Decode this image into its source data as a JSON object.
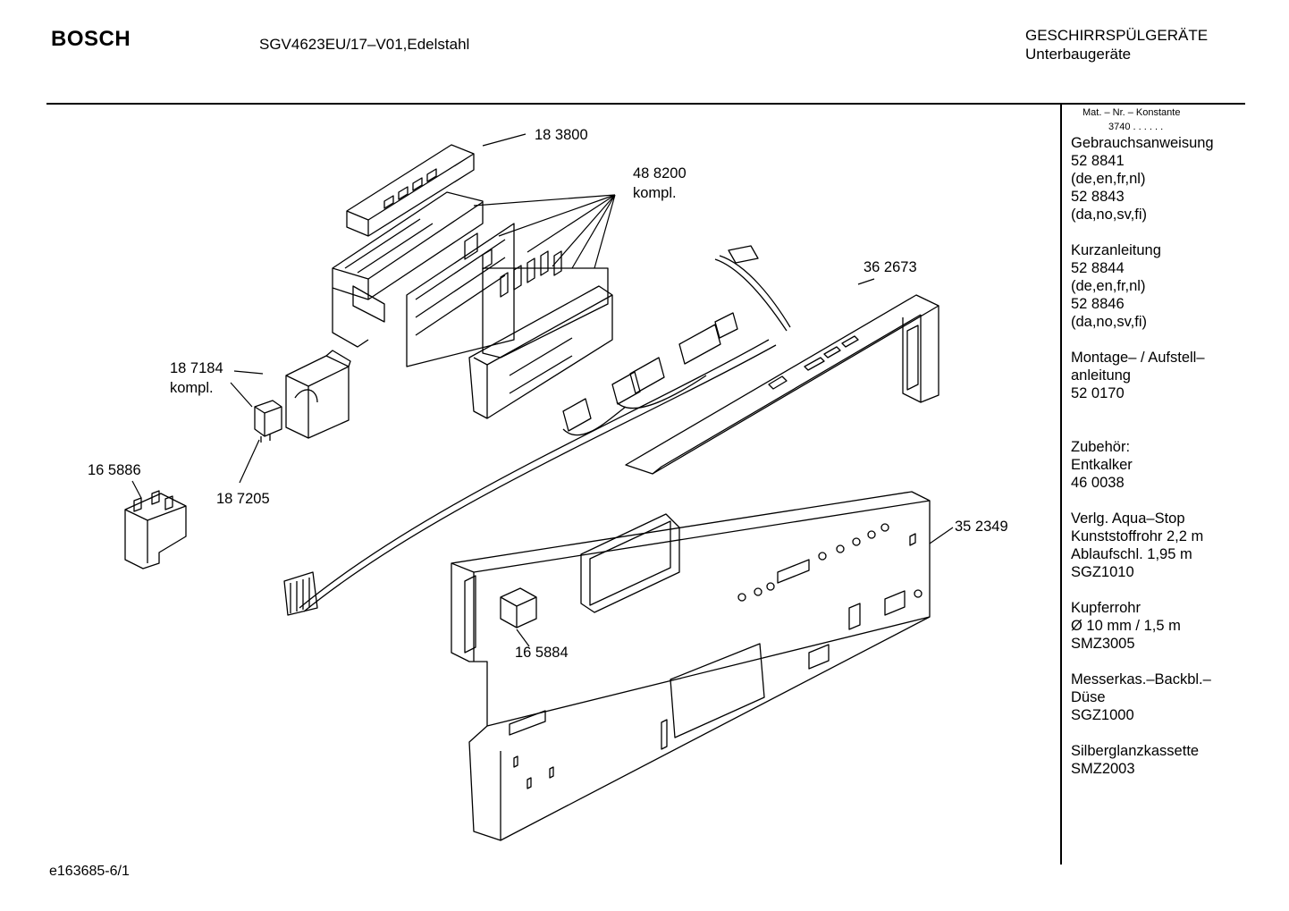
{
  "header": {
    "brand": "BOSCH",
    "model": "SGV4623EU/17–V01,Edelstahl",
    "category": "GESCHIRRSPÜLGERÄTE",
    "subcategory": "Unterbaugeräte"
  },
  "sidebar": {
    "matnr_label": "Mat. – Nr. – Konstante",
    "konstante": "3740 .  .  .  .  .  .",
    "lines": [
      "Gebrauchsanweisung",
      "52 8841",
      "(de,en,fr,nl)",
      "52 8843",
      "(da,no,sv,fi)",
      "",
      "Kurzanleitung",
      "52 8844",
      "(de,en,fr,nl)",
      "52 8846",
      "(da,no,sv,fi)",
      "",
      "Montage– / Aufstell–",
      "anleitung",
      "52 0170",
      "",
      "",
      "Zubehör:",
      "Entkalker",
      "46 0038",
      "",
      "Verlg. Aqua–Stop",
      "Kunststoffrohr 2,2 m",
      "Ablaufschl. 1,95 m",
      "SGZ1010",
      "",
      "Kupferrohr",
      "Ø 10 mm / 1,5 m",
      "SMZ3005",
      "",
      "Messerkas.–Backbl.–",
      "Düse",
      "SGZ1000",
      "",
      "Silberglanzkassette",
      "SMZ2003"
    ]
  },
  "callouts": {
    "p183800": "18 3800",
    "p488200": "48 8200",
    "p488200_note": "kompl.",
    "p362673": "36 2673",
    "p187184": "18 7184",
    "p187184_note": "kompl.",
    "p165886": "16 5886",
    "p187205": "18 7205",
    "p352349": "35 2349",
    "p165884": "16 5884"
  },
  "footer": {
    "code": "e163685-6/1"
  }
}
